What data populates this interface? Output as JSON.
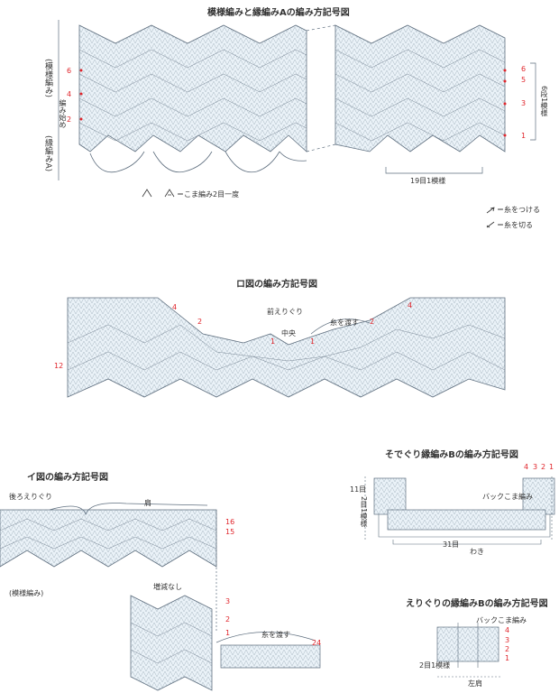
{
  "colors": {
    "fill": "#e9f2f8",
    "stroke": "#5f6f7f",
    "accent": "#e0252b"
  },
  "top_chart": {
    "title": "模様編みと縁編みAの編み方記号図",
    "left_label_pattern": "(模様編み)",
    "left_label_edge": "(縁編みA)",
    "start_label": "編み始め",
    "rows_left": [
      "6",
      "4",
      "2"
    ],
    "rows_right": [
      "6",
      "5",
      "3",
      "1"
    ],
    "repeat_rows": "6段1模様",
    "repeat_stitches": "19目1模様",
    "legend_decrease": "＝こま編み2目一度",
    "legend_join": "＝糸をつける",
    "legend_cut": "＝糸を切る"
  },
  "back_chart": {
    "title": "ロ図の編み方記号図",
    "front_neck": "前えりぐり",
    "center": "中央",
    "pass_yarn": "糸を渡す",
    "row_4_left": "4",
    "row_2_left": "2",
    "row_1": "1",
    "row_1b": "1",
    "row_2_right": "2",
    "row_4_right": "4",
    "row_12": "12"
  },
  "yo_chart": {
    "title": "イ図の編み方記号図",
    "back_neck": "後ろえりぐり",
    "shoulder": "肩",
    "row_16": "16",
    "row_15": "15",
    "pattern_label": "(模様編み)",
    "no_change": "増減なし",
    "rows": [
      "3",
      "2",
      "1"
    ],
    "pass_yarn": "糸を渡す",
    "row_24": "24"
  },
  "sleeve_chart": {
    "title": "そでぐり縁編みBの編み方記号図",
    "rows_top": [
      "4",
      "3",
      "2",
      "1"
    ],
    "left_count": "11目",
    "left_repeat": "2目1模様",
    "back_crochet": "バックこま編み",
    "bottom_count": "31目",
    "side": "わき"
  },
  "collar_chart": {
    "title": "えりぐりの縁編みBの編み方記号図",
    "back_crochet": "バックこま編み",
    "rows": [
      "4",
      "3",
      "2",
      "1"
    ],
    "repeat": "2目1模様",
    "left_shoulder": "左肩"
  }
}
